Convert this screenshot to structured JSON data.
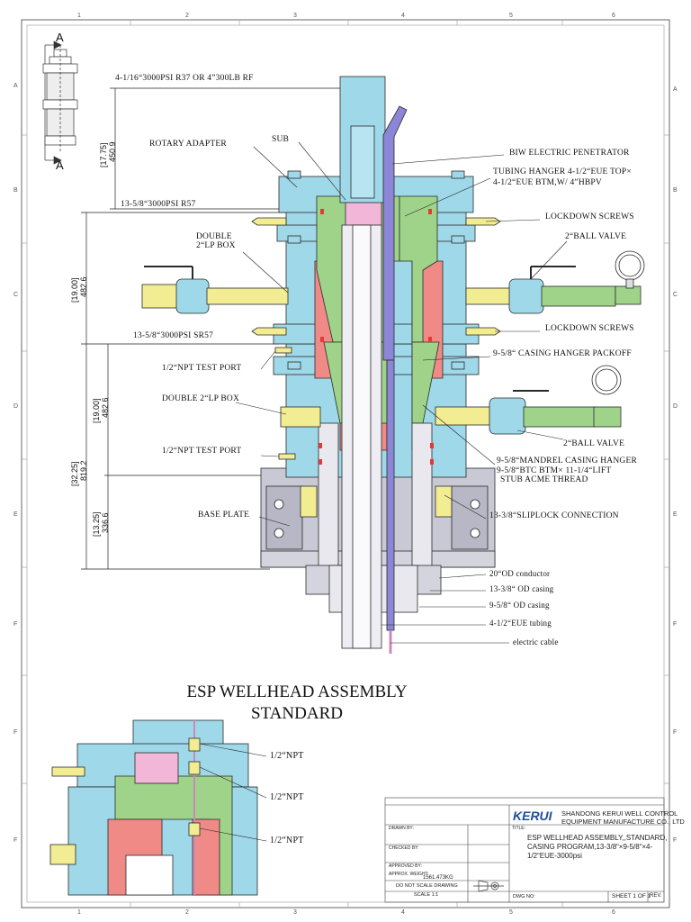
{
  "title": {
    "line1": "ESP WELLHEAD ASSEMBLY",
    "line2": "STANDARD"
  },
  "section_marker": "A",
  "labels": {
    "flange_top": "4-1/16“3000PSI R37 OR 4”300LB RF",
    "rotary_adapter": "ROTARY ADAPTER",
    "sub": "SUB",
    "biw": "BIW ELECTRIC PENETRATOR",
    "tubing_hanger_1": "TUBING HANGER 4-1/2“EUE TOP×",
    "tubing_hanger_2": "4-1/2“EUE BTM,W/ 4”HBPV",
    "flange_1358_a": "13-5/8“3000PSI R57",
    "lockdown_1": "LOCKDOWN SCREWS",
    "double_lp_1a": "DOUBLE",
    "double_lp_1b": "2“LP BOX",
    "ball_valve_1": "2“BALL VALVE",
    "lockdown_2": "LOCKDOWN SCREWS",
    "flange_1358_b": "13-5/8“3000PSI SR57",
    "packoff": "9-5/8“ CASING HANGER PACKOFF",
    "test_port_1": "1/2“NPT TEST PORT",
    "double_lp_2": "DOUBLE 2“LP BOX",
    "ball_valve_2": "2“BALL VALVE",
    "test_port_2": "1/2“NPT TEST PORT",
    "mandrel_1": "9-5/8“MANDREL CASING HANGER",
    "mandrel_2": "9-5/8“BTC BTM× 11-1/4“LIFT",
    "mandrel_3": "STUB ACME THREAD",
    "base_plate": "BASE PLATE",
    "sliplock": "13-3/8“SLIPLOCK CONNECTION",
    "conductor": "20“OD conductor",
    "casing_1338": "13-3/8“ OD casing",
    "casing_958": "9-5/8“ OD casing",
    "tubing": "4-1/2“EUE tubing",
    "cable": "electric cable",
    "npt_1": "1/2“NPT",
    "npt_2": "1/2“NPT",
    "npt_3": "1/2“NPT"
  },
  "dimensions": {
    "d1": "[17.75]",
    "d1b": "450.9",
    "d2": "[19.00]",
    "d2b": "482.6",
    "d3": "[19.00]",
    "d3b": "482.6",
    "d4": "[32.25]",
    "d4b": "819.2",
    "d5": "[13.25]",
    "d5b": "336.6"
  },
  "grid": {
    "cols": [
      "1",
      "2",
      "3",
      "4",
      "5",
      "6"
    ],
    "rows": [
      "A",
      "B",
      "C",
      "D",
      "E",
      "F",
      "F",
      "F"
    ]
  },
  "title_block": {
    "logo": "KERUI",
    "company_1": "SHANDONG KERUI WELL CONTROL",
    "company_2": "EQUIPMENT MANUFACTURE CO., LTD",
    "title_label": "TITLE:",
    "drawing_title_1": "ESP WELLHEAD ASSEMBLY,,STANDARD,",
    "drawing_title_2": "CASING PROGRAM,13-3/8“×9-5/8“×4-",
    "drawing_title_3": "1/2“EUE-3000psi",
    "drawn_by": "DRAWN BY:",
    "checked_by": "CHECKED BY:",
    "approved_by": "APPROVED BY:",
    "weight_label": "APPROX. WEIGHT:",
    "weight": "1561.473KG",
    "no_scale": "DO NOT SCALE DRAWING",
    "scale": "SCALE 1:1",
    "dwg_no": "DWG NO:",
    "sheet": "SHEET 1 OF 1",
    "rev": "REV."
  },
  "colors": {
    "blue": "#9fd8e8",
    "green": "#9fd38a",
    "red": "#f08a86",
    "purple": "#8b86d6",
    "yellow": "#f2ec92",
    "gray": "#c9c9d6",
    "outline": "#2a2a2a"
  }
}
